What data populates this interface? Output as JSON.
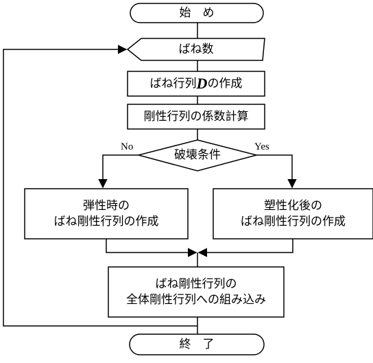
{
  "flowchart": {
    "start": "始　め",
    "loop": "ばね数",
    "create_d_prefix": "ばね行列",
    "create_d_symbol": "D",
    "create_d_suffix": "の作成",
    "coef_calc": "剛性行列の係数計算",
    "decision": "破壊条件",
    "no_label": "No",
    "yes_label": "Yes",
    "elastic_line1": "弾性時の",
    "elastic_line2": "ばね剛性行列の作成",
    "plastic_line1": "塑性化後の",
    "plastic_line2": "ばね剛性行列の作成",
    "assemble_line1": "ばね剛性行列の",
    "assemble_line2": "全体剛性行列への組み込み",
    "end": "終　了"
  }
}
